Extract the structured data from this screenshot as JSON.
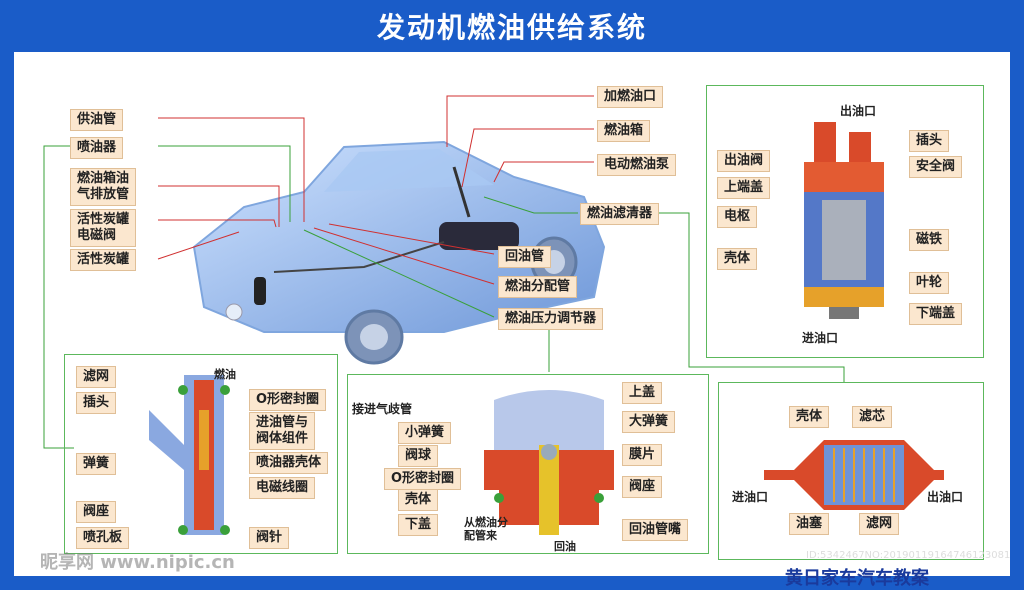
{
  "title": "发动机燃油供给系统",
  "car_labels": {
    "supply_pipe": "供油管",
    "injector": "喷油器",
    "tank_vent": "燃油箱油\n气排放管",
    "canister_valve": "活性炭罐\n电磁阀",
    "canister": "活性炭罐",
    "filler": "加燃油口",
    "tank": "燃油箱",
    "pump": "电动燃油泵",
    "filter": "燃油滤清器",
    "return_pipe": "回油管",
    "rail": "燃油分配管",
    "regulator": "燃油压力调节器"
  },
  "pump_labels": {
    "outlet": "出油口",
    "plug": "插头",
    "outlet_valve": "出油阀",
    "safety_valve": "安全阀",
    "upper_cover": "上端盖",
    "armature": "电枢",
    "magnet": "磁铁",
    "housing": "壳体",
    "impeller": "叶轮",
    "lower_cover": "下端盖",
    "inlet": "进油口"
  },
  "injector_labels": {
    "screen": "滤网",
    "fuel": "燃油",
    "oring": "O形密封圈",
    "plug": "插头",
    "inlet_assembly": "进油管与\n阀体组件",
    "shell": "喷油器壳体",
    "spring": "弹簧",
    "coil": "电磁线圈",
    "seat": "阀座",
    "orifice": "喷孔板",
    "needle": "阀针"
  },
  "regulator_labels": {
    "manifold": "接进气歧管",
    "upper_cover": "上盖",
    "big_spring": "大弹簧",
    "small_spring": "小弹簧",
    "ball": "阀球",
    "diaphragm": "膜片",
    "oring": "O形密封圈",
    "seat": "阀座",
    "housing": "壳体",
    "lower_cover": "下盖",
    "from_rail": "从燃油分\n配管来",
    "return_nozzle": "回油管嘴",
    "return": "回油"
  },
  "filter_labels": {
    "housing": "壳体",
    "core": "滤芯",
    "inlet": "进油口",
    "outlet": "出油口",
    "plug": "油塞",
    "screen": "滤网"
  },
  "footer": {
    "id": "ID:5342467NO:20190119164746123081",
    "watermark": "昵享网 www.nipic.cn",
    "bottom_text": "黄日家车汽车教案"
  },
  "colors": {
    "banner": "#1a5cc8",
    "label_bg": "#fbe7cf",
    "frame": "#5cb85c",
    "line_red": "#d03030",
    "line_green": "#3aa03a"
  }
}
